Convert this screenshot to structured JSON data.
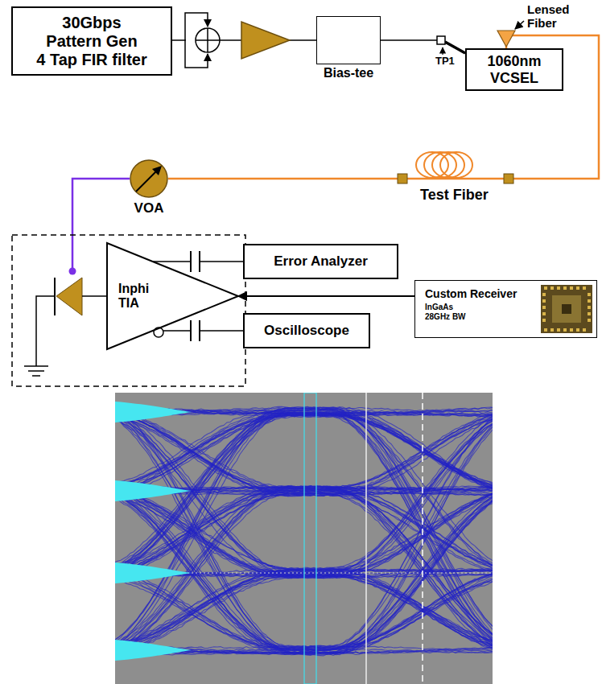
{
  "diagram": {
    "nodes": [
      {
        "text": [
          "30Gbps Pattern Gen",
          "4 Tap FIR filter"
        ]
      },
      {
        "text": [
          "Bias-tee"
        ]
      },
      {
        "text": [
          "1060nm VCSEL"
        ]
      },
      {
        "text": [
          "VOA"
        ]
      },
      {
        "text": [
          "Inphi TIA"
        ]
      },
      {
        "text": [
          "Error Analyzer"
        ]
      },
      {
        "text": [
          "Custom Receiver",
          "InGaAs 28GHz BW"
        ]
      },
      {
        "text": [
          "Oscilloscope"
        ]
      }
    ],
    "edges": [
      {
        "from": 0,
        "to": 1,
        "arrow": "none"
      },
      {
        "from": 1,
        "to": 2,
        "arrow": "none"
      },
      {
        "from": 2,
        "to": 3,
        "arrow": "none"
      },
      {
        "from": 4,
        "to": 5,
        "arrow": "none"
      },
      {
        "from": 4,
        "to": 7,
        "arrow": "none"
      },
      {
        "from": 6,
        "to": 4,
        "arrow": "to"
      }
    ],
    "labels": [
      "Lensed Fiber",
      "TP1",
      "Test Fiber"
    ]
  }
}
